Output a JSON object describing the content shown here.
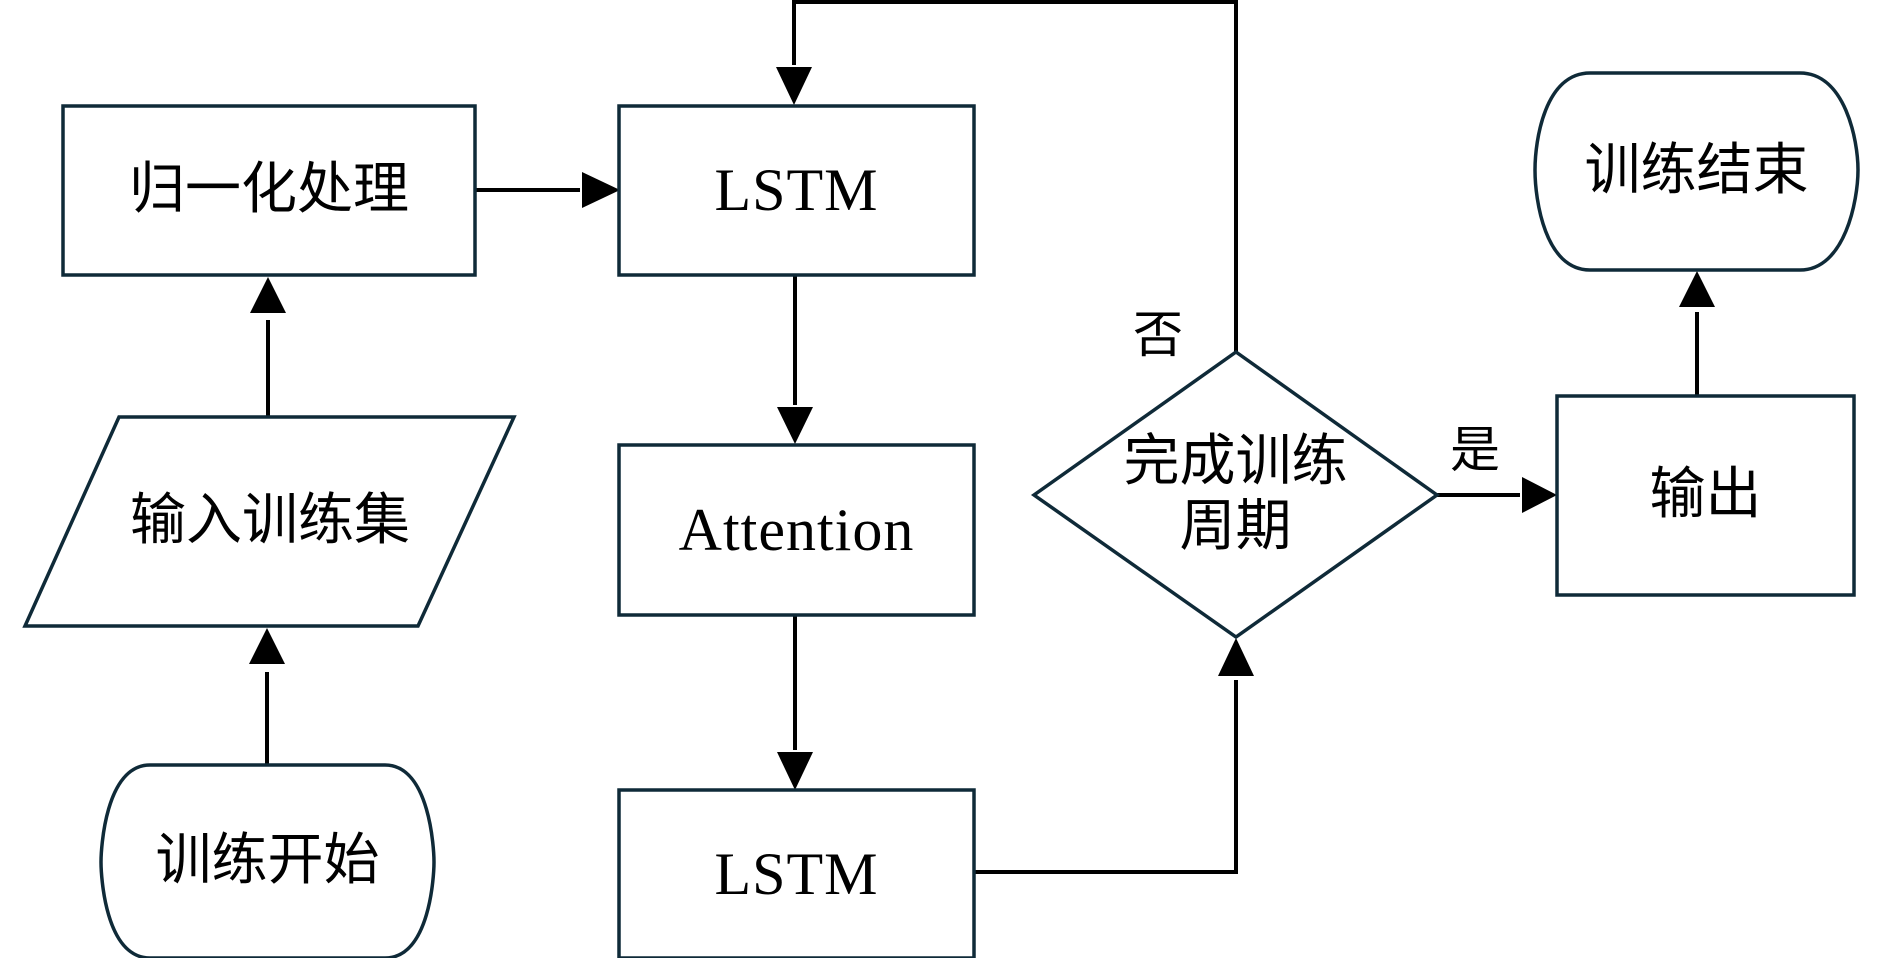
{
  "diagram": {
    "type": "flowchart",
    "nodes": [
      {
        "id": "start",
        "shape": "terminator",
        "label": "训练开始"
      },
      {
        "id": "input",
        "shape": "parallelogram",
        "label": "输入训练集"
      },
      {
        "id": "normalize",
        "shape": "process",
        "label": "归一化处理"
      },
      {
        "id": "lstm1",
        "shape": "process",
        "label": "LSTM"
      },
      {
        "id": "attention",
        "shape": "process",
        "label": "Attention"
      },
      {
        "id": "lstm2",
        "shape": "process",
        "label": "LSTM"
      },
      {
        "id": "decision",
        "shape": "decision",
        "label": "完成训练\n周期"
      },
      {
        "id": "output",
        "shape": "process",
        "label": "输出"
      },
      {
        "id": "end",
        "shape": "terminator",
        "label": "训练结束"
      }
    ],
    "edges": [
      {
        "from": "start",
        "to": "input",
        "label": ""
      },
      {
        "from": "input",
        "to": "normalize",
        "label": ""
      },
      {
        "from": "normalize",
        "to": "lstm1",
        "label": ""
      },
      {
        "from": "lstm1",
        "to": "attention",
        "label": ""
      },
      {
        "from": "attention",
        "to": "lstm2",
        "label": ""
      },
      {
        "from": "lstm2",
        "to": "decision",
        "label": ""
      },
      {
        "from": "decision",
        "to": "lstm1",
        "label": "否"
      },
      {
        "from": "decision",
        "to": "output",
        "label": "是"
      },
      {
        "from": "output",
        "to": "end",
        "label": ""
      }
    ]
  },
  "colors": {
    "shape_stroke": "#0f2a38",
    "connector": "#000000",
    "background": "#ffffff"
  }
}
